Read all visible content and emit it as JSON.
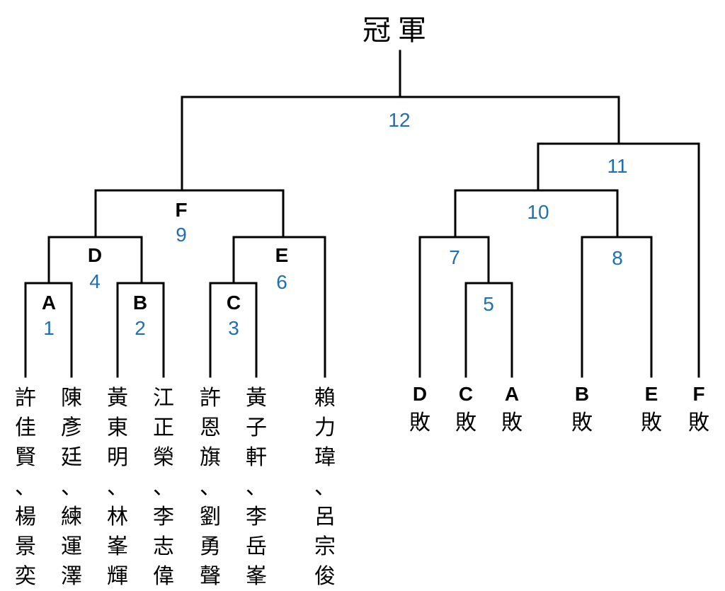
{
  "title": "冠軍",
  "matches": [
    {
      "num": "1",
      "letter": "A"
    },
    {
      "num": "2",
      "letter": "B"
    },
    {
      "num": "3",
      "letter": "C"
    },
    {
      "num": "4",
      "letter": "D"
    },
    {
      "num": "5",
      "letter": ""
    },
    {
      "num": "6",
      "letter": "E"
    },
    {
      "num": "7",
      "letter": ""
    },
    {
      "num": "8",
      "letter": ""
    },
    {
      "num": "9",
      "letter": "F"
    },
    {
      "num": "10",
      "letter": ""
    },
    {
      "num": "11",
      "letter": ""
    },
    {
      "num": "12",
      "letter": ""
    }
  ],
  "teams": [
    {
      "names": "許佳賢、楊景奕"
    },
    {
      "names": "陳彥廷、練運澤"
    },
    {
      "names": "黃東明、林峯輝"
    },
    {
      "names": "江正榮、李志偉"
    },
    {
      "names": "許恩旗、劉勇聲"
    },
    {
      "names": "黃子軒、李岳峯"
    },
    {
      "names": "賴力瑋、呂宗俊"
    }
  ],
  "losers": [
    {
      "letter": "D",
      "text": "敗"
    },
    {
      "letter": "C",
      "text": "敗"
    },
    {
      "letter": "A",
      "text": "敗"
    },
    {
      "letter": "B",
      "text": "敗"
    },
    {
      "letter": "E",
      "text": "敗"
    },
    {
      "letter": "F",
      "text": "敗"
    }
  ]
}
